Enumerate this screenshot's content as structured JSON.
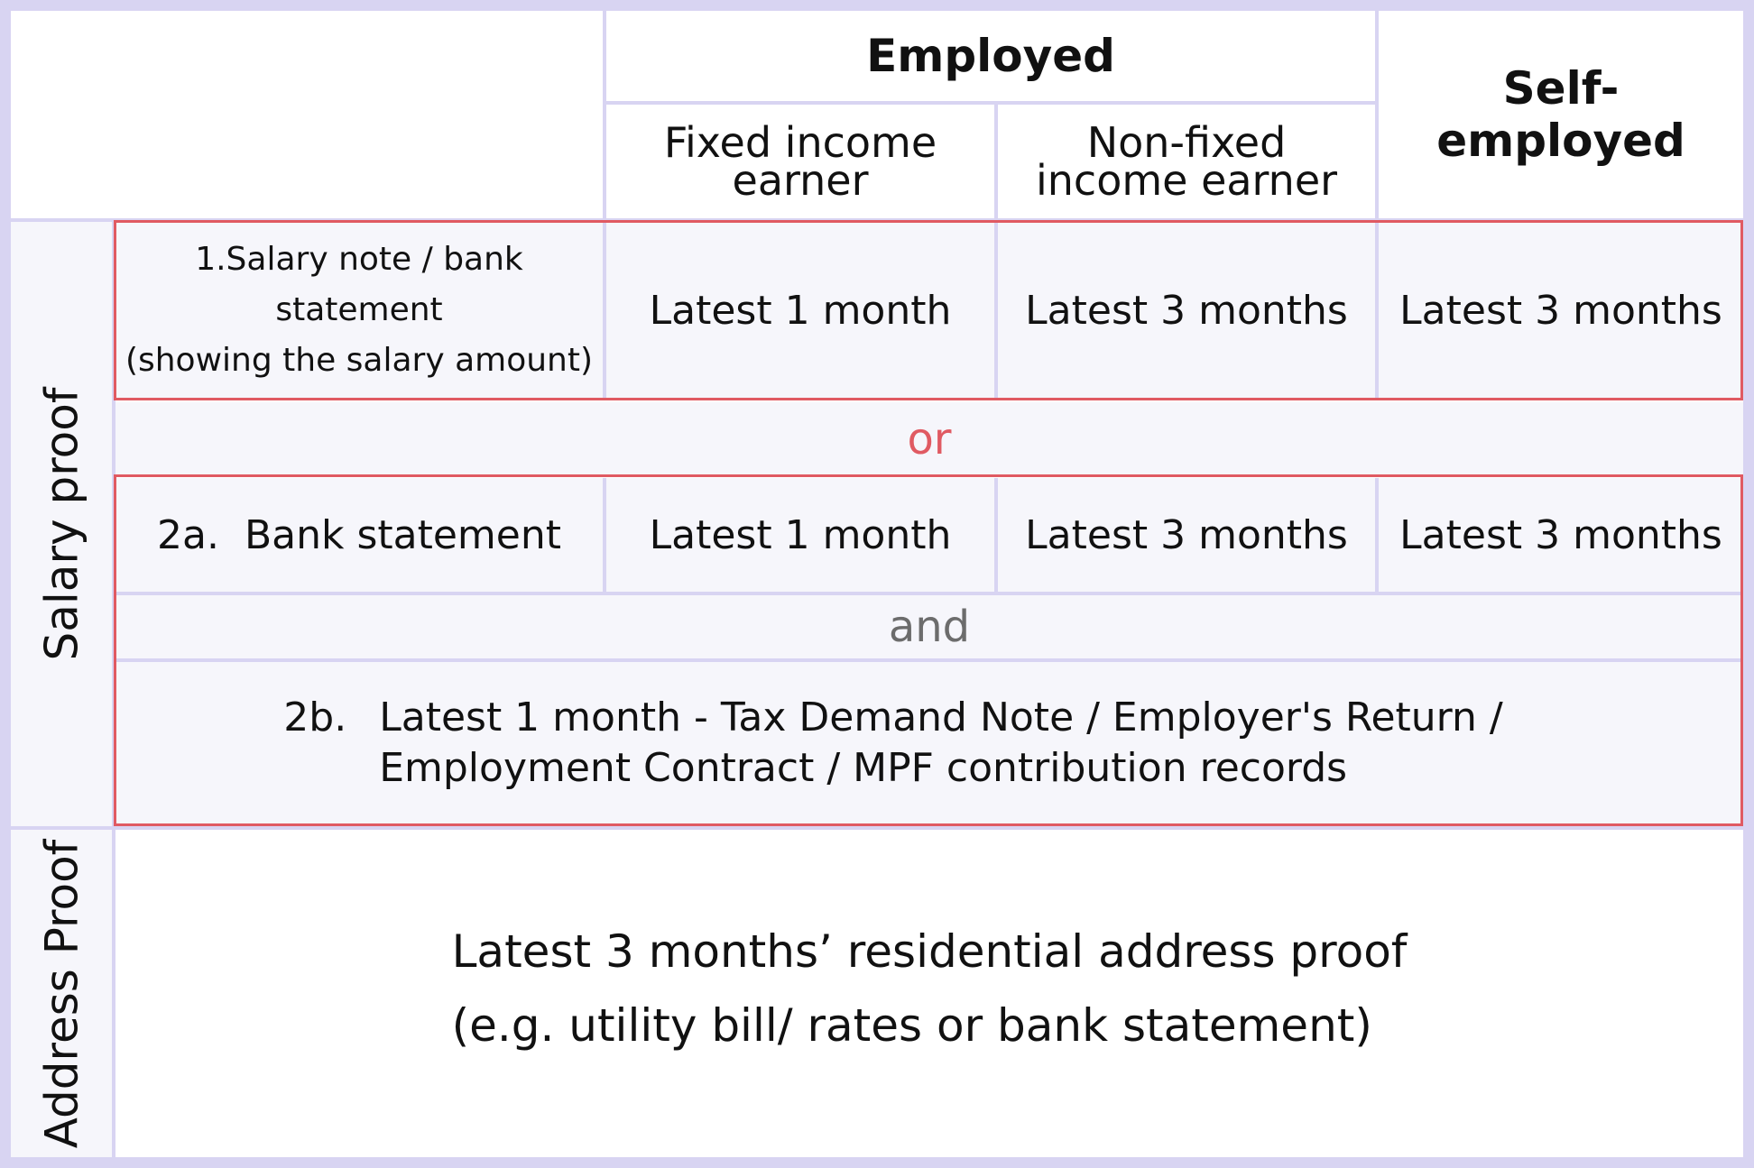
{
  "header": {
    "employed": "Employed",
    "self_employed": "Self-employed",
    "fixed_income": [
      "Fixed income",
      "earner"
    ],
    "non_fixed_income": [
      "Non-fixed",
      "income earner"
    ]
  },
  "side_labels": {
    "salary_proof": "Salary proof",
    "address_proof": "Address Proof"
  },
  "row1": {
    "label": [
      "1.Salary note / bank statement",
      "(showing the salary amount)"
    ],
    "fixed": "Latest 1 month",
    "non_fixed": "Latest 3 months",
    "self_employed": "Latest 3 months"
  },
  "connector_or": "or",
  "row2a": {
    "number": "2a.",
    "label": "Bank statement",
    "fixed": "Latest 1 month",
    "non_fixed": "Latest 3 months",
    "self_employed": "Latest 3 months"
  },
  "connector_and": "and",
  "row2b": {
    "number": "2b.",
    "lines": [
      "Latest 1 month - Tax Demand Note / Employer's Return /",
      "Employment Contract / MPF contribution records"
    ]
  },
  "address": {
    "lines": [
      "Latest 3 months’ residential address proof",
      "(e.g. utility bill/ rates or bank statement)"
    ]
  },
  "colors": {
    "grid": "#d8d4f2",
    "highlight": "#e05a62",
    "shade": "#f6f6fb"
  }
}
